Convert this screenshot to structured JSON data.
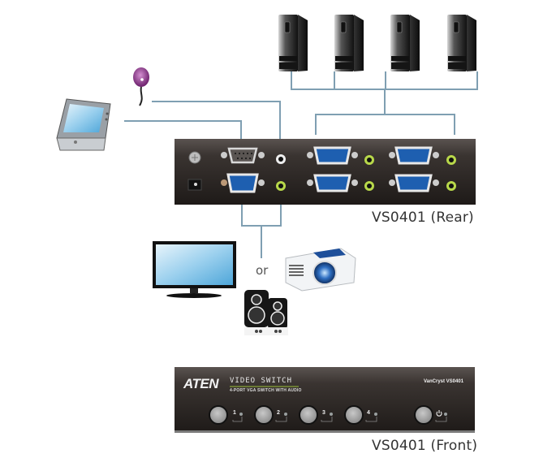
{
  "diagram": {
    "title": "VS0401 connection diagram",
    "rear_panel": {
      "caption": "VS0401 (Rear)",
      "ports": [
        "rs232-port",
        "audio-in-port",
        "vga-out-port",
        "audio-out-port",
        "vga-in-1",
        "vga-in-2",
        "vga-in-3",
        "vga-in-4",
        "audio-in-1",
        "audio-in-2",
        "audio-in-3",
        "audio-in-4",
        "power-jack",
        "ground-screw"
      ]
    },
    "front_panel": {
      "caption": "VS0401 (Front)",
      "brand": "ATEN",
      "product_line": "VIDEO SWITCH",
      "subtitle": "4-PORT VGA SWITCH WITH AUDIO",
      "model_label": "VanCryst VS0401",
      "buttons": [
        {
          "label": "1"
        },
        {
          "label": "2"
        },
        {
          "label": "3"
        },
        {
          "label": "4"
        },
        {
          "label": "power"
        }
      ]
    },
    "devices": {
      "computers": [
        "Computer 1",
        "Computer 2",
        "Computer 3",
        "Computer 4"
      ],
      "touch_panel": "Touch panel controller",
      "ir_receiver": "IR receiver",
      "display": "LCD display",
      "projector": "Projector",
      "speakers": "Speakers"
    },
    "or_label": "or",
    "colors": {
      "cable": "#7f9fb2",
      "panel": "#2b2624",
      "vga_blue": "#1e5fb0",
      "audio_green": "#b8d84a",
      "led": "#9aa0a0"
    }
  }
}
